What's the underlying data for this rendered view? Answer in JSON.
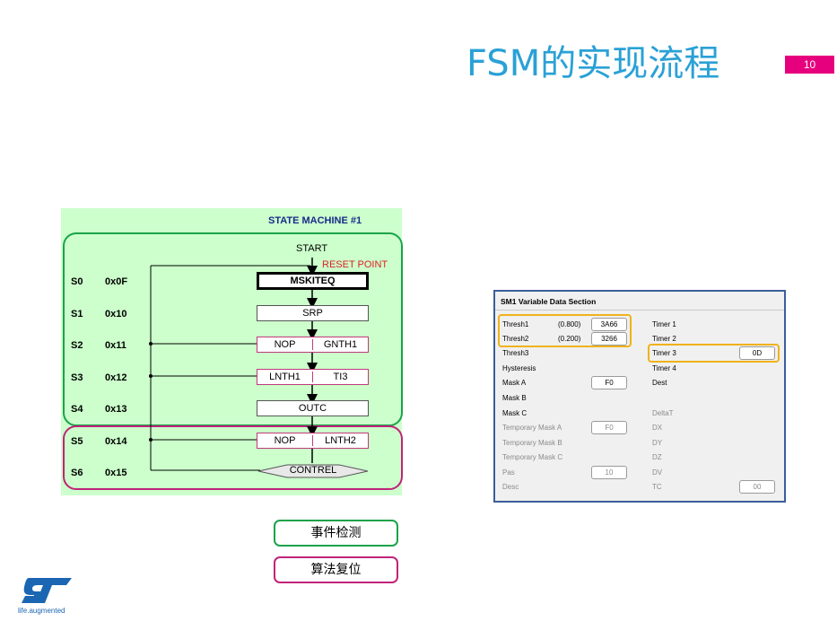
{
  "slide": {
    "title": "FSM的实现流程",
    "page_number": "10"
  },
  "state_machine": {
    "heading": "STATE MACHINE #1",
    "start_label": "START",
    "reset_label": "RESET POINT",
    "states": [
      {
        "state": "S0",
        "code": "0x0F",
        "instr": "MSKITEQ"
      },
      {
        "state": "S1",
        "code": "0x10",
        "instr": "SRP"
      },
      {
        "state": "S2",
        "code": "0x11",
        "instr": "NOP",
        "instr2": "GNTH1"
      },
      {
        "state": "S3",
        "code": "0x12",
        "instr": "LNTH1",
        "instr2": "TI3"
      },
      {
        "state": "S4",
        "code": "0x13",
        "instr": "OUTC"
      },
      {
        "state": "S5",
        "code": "0x14",
        "instr": "NOP",
        "instr2": "LNTH2"
      },
      {
        "state": "S6",
        "code": "0x15",
        "instr": "CONTREL"
      }
    ]
  },
  "data_section": {
    "title": "SM1 Variable Data Section",
    "left": [
      {
        "label": "Thresh1",
        "num": "(0.800)",
        "value": "3A66"
      },
      {
        "label": "Thresh2",
        "num": "(0.200)",
        "value": "3266"
      },
      {
        "label": "Thresh3"
      },
      {
        "label": "Hysteresis"
      },
      {
        "label": "Mask A",
        "value": "F0"
      },
      {
        "label": "Mask B"
      },
      {
        "label": "Mask C"
      },
      {
        "label": "Temporary Mask A",
        "value": "F0"
      },
      {
        "label": "Temporary Mask B"
      },
      {
        "label": "Temporary Mask C"
      },
      {
        "label": "Pas",
        "value": "10"
      },
      {
        "label": "Desc"
      }
    ],
    "right": [
      {
        "label": "Timer 1"
      },
      {
        "label": "Timer 2"
      },
      {
        "label": "Timer 3",
        "value": "0D"
      },
      {
        "label": "Timer 4"
      },
      {
        "label": "Dest"
      },
      {
        "label": "DeltaT"
      },
      {
        "label": "DX"
      },
      {
        "label": "DY"
      },
      {
        "label": "DZ"
      },
      {
        "label": "DV"
      },
      {
        "label": "TC",
        "value": "00"
      }
    ]
  },
  "legend": {
    "event_detect": "事件检测",
    "algo_reset": "算法复位"
  },
  "logo": {
    "tagline": "life.augmented"
  },
  "colors": {
    "title": "#2aa1d6",
    "badge": "#e6007e",
    "sm_background": "#ccffcc",
    "green_outline": "#1aa34a",
    "pink_outline": "#c0237a",
    "highlight": "#f0b21a",
    "st_blue": "#1a66b3"
  }
}
